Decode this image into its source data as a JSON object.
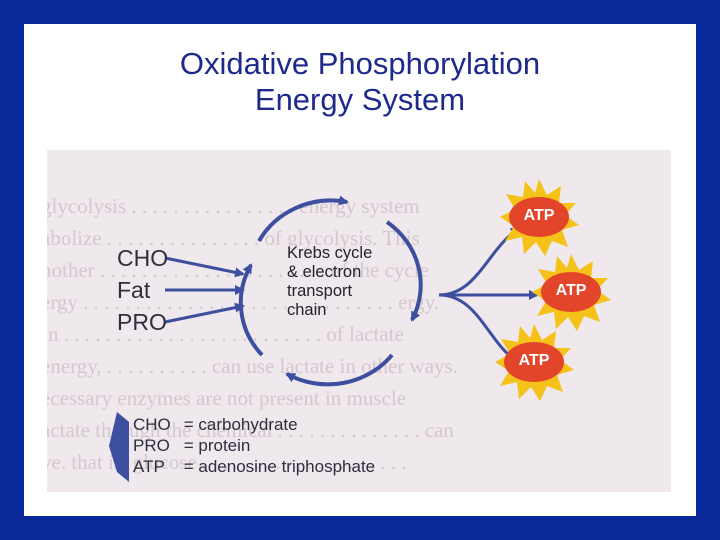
{
  "title": {
    "line1": "Oxidative Phosphorylation",
    "line2": "Energy System"
  },
  "diagram": {
    "inputs": [
      "CHO",
      "Fat",
      "PRO"
    ],
    "cycle_label": [
      "Krebs cycle",
      "& electron",
      "transport",
      "chain"
    ],
    "outputs": [
      "ATP",
      "ATP",
      "ATP"
    ],
    "legend": [
      {
        "abbr": "CHO",
        "meaning": "= carbohydrate"
      },
      {
        "abbr": "PRO",
        "meaning": "= protein"
      },
      {
        "abbr": "ATP",
        "meaning": "= adenosine triphosphate"
      }
    ]
  },
  "colors": {
    "frame": "#0b2a9a",
    "title": "#1d2a8c",
    "arrows": "#3d4f9e",
    "atp_burst": "#f5c21a",
    "atp_core": "#e2452a",
    "figure_bg": "#efe8ec"
  }
}
